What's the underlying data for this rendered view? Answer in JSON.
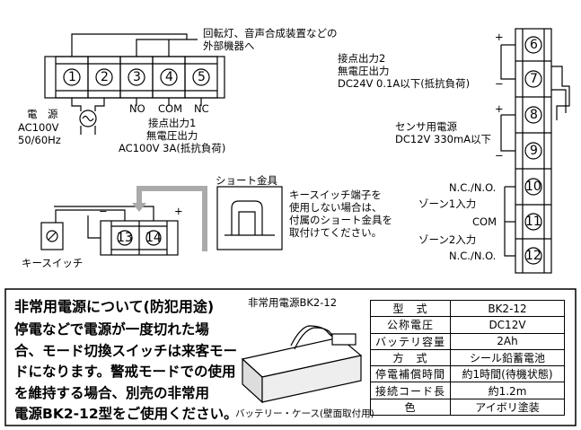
{
  "terminals": {
    "t1": "1",
    "t2": "2",
    "t3": "3",
    "t4": "4",
    "t5": "5",
    "t6": "6",
    "t7": "7",
    "t8": "8",
    "t9": "9",
    "t10": "10",
    "t11": "11",
    "t12": "12",
    "t13": "13",
    "t14": "14"
  },
  "labels": {
    "external_device": "回転灯、音声合成装置などの\n外部機器へ",
    "power_title": "電　源",
    "power_spec": "AC100V\n50/60Hz",
    "no": "NO",
    "com": "COM",
    "nc": "NC",
    "contact1": "接点出力1\n無電圧出力\nAC100V 3A(抵抗負荷)",
    "contact2": "接点出力2\n無電圧出力\nDC24V 0.1A以下(抵抗負荷)",
    "sensor_power": "センサ用電源\nDC12V 330mA以下",
    "nc_no_1": "N.C./N.O.",
    "zone1": "ゾーン1入力",
    "com_11": "COM",
    "zone2": "ゾーン2入力",
    "nc_no_2": "N.C./N.O.",
    "short_fitting": "ショート金具",
    "key_note": "キースイッチ端子を\n使用しない場合は、\n付属のショート金具を\n取付けてください。",
    "key_switch": "キースイッチ",
    "plus": "+",
    "minus": "−"
  },
  "emergency": {
    "heading": "非常用電源について(防犯用途)",
    "body": "停電などで電源が一度切れた場\n合、モード切換スイッチは来客モー\nドになります。警戒モードでの使用\nを維持する場合、別売の非常用\n電源BK2-12型をご使用ください。",
    "product_label": "非常用電源BK2-12",
    "battery_caption": "バッテリー・ケース(壁面取付用)"
  },
  "spec_table": [
    {
      "k": "型　式",
      "v": "BK2-12"
    },
    {
      "k": "公称電圧",
      "v": "DC12V"
    },
    {
      "k": "バッテリ容量",
      "v": "2Ah"
    },
    {
      "k": "方　式",
      "v": "シール鉛蓄電池"
    },
    {
      "k": "停電補償時間",
      "v": "約1時間(待機状態)"
    },
    {
      "k": "接続コード長",
      "v": "約1.2m"
    },
    {
      "k": "色",
      "v": "アイボリ塗装"
    }
  ]
}
